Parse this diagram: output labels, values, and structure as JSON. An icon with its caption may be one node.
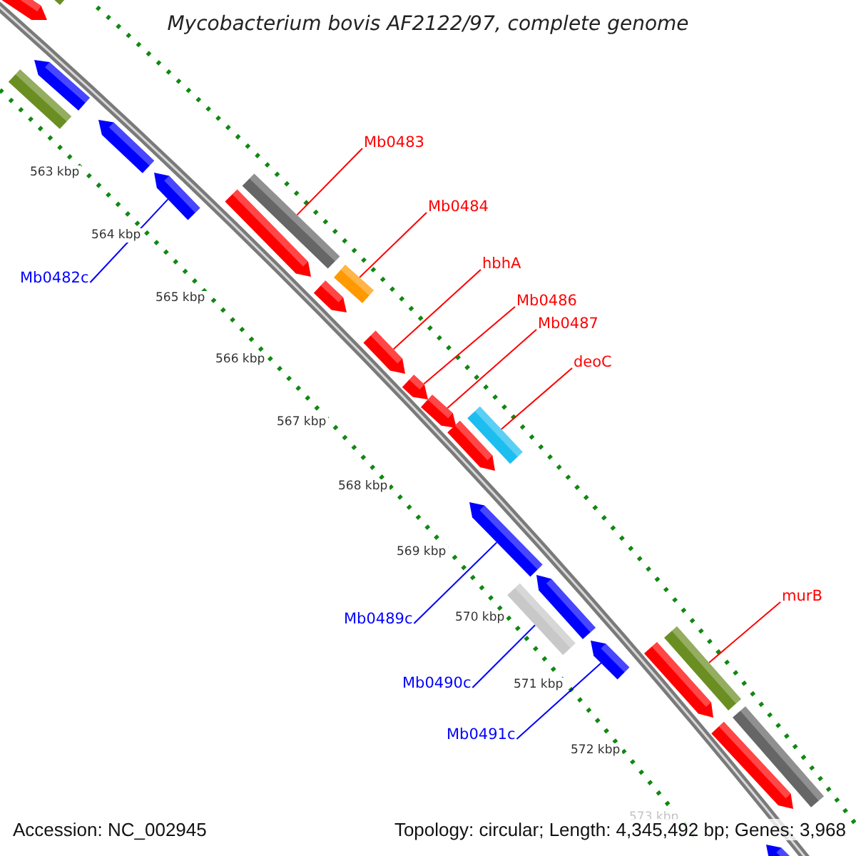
{
  "diagram": {
    "title": "Mycobacterium bovis AF2122/97, complete genome",
    "nodes": [
      {
        "text": [],
        "shape": "arrow"
      },
      {
        "text": [],
        "shape": "bar"
      },
      {
        "text": [],
        "shape": "bar"
      },
      {
        "text": [],
        "shape": "arrow"
      },
      {
        "text": [],
        "shape": "arrow"
      },
      {
        "text": [],
        "shape": "arrow"
      },
      {
        "text": [],
        "shape": "arrow"
      },
      {
        "text": [],
        "shape": "bar"
      },
      {
        "text": [],
        "shape": "arrow"
      },
      {
        "text": [],
        "shape": "bar"
      },
      {
        "text": [],
        "shape": "arrow"
      },
      {
        "text": [],
        "shape": "arrow"
      },
      {
        "text": [],
        "shape": "arrow"
      },
      {
        "text": [],
        "shape": "arrow"
      },
      {
        "text": [],
        "shape": "bar"
      },
      {
        "text": [],
        "shape": "arrow"
      },
      {
        "text": [],
        "shape": "bar"
      },
      {
        "text": [],
        "shape": "arrow"
      },
      {
        "text": [],
        "shape": "arrow"
      },
      {
        "text": [],
        "shape": "arrow"
      },
      {
        "text": [],
        "shape": "bar"
      },
      {
        "text": [],
        "shape": "arrow"
      },
      {
        "text": [],
        "shape": "bar"
      },
      {
        "text": [],
        "shape": "arrow"
      },
      {
        "text": [
          "Mb0483"
        ]
      },
      {
        "text": [
          "Mb0484"
        ]
      },
      {
        "text": [
          "hbhA"
        ]
      },
      {
        "text": [
          "Mb0482c"
        ]
      },
      {
        "text": [
          "Mb0486"
        ]
      },
      {
        "text": [
          "Mb0487"
        ]
      },
      {
        "text": [
          "deoC"
        ]
      },
      {
        "text": [
          "murB"
        ]
      },
      {
        "text": [
          "Mb0489c"
        ]
      },
      {
        "text": [
          "Mb0490c"
        ]
      },
      {
        "text": [
          "Mb0491c"
        ]
      }
    ],
    "edges": [
      {
        "from": 24,
        "to": 7,
        "arrow": "none"
      },
      {
        "from": 25,
        "to": 9,
        "arrow": "none"
      },
      {
        "from": 26,
        "to": 10,
        "arrow": "none"
      },
      {
        "from": 27,
        "to": 5,
        "arrow": "none",
        "color": "#0000ff"
      },
      {
        "from": 28,
        "to": 11,
        "arrow": "none"
      },
      {
        "from": 29,
        "to": 12,
        "arrow": "none"
      },
      {
        "from": 30,
        "to": 14,
        "arrow": "none"
      },
      {
        "from": 31,
        "to": 20,
        "arrow": "none"
      },
      {
        "from": 32,
        "to": 15,
        "arrow": "none",
        "color": "#0000ff"
      },
      {
        "from": 33,
        "to": 16,
        "arrow": "none",
        "color": "#0000ff"
      },
      {
        "from": 34,
        "to": 18,
        "arrow": "none",
        "color": "#0000ff"
      }
    ],
    "labels": [
      "563 kbp",
      "564 kbp",
      "565 kbp",
      "566 kbp",
      "567 kbp",
      "568 kbp",
      "569 kbp",
      "570 kbp",
      "571 kbp",
      "572 kbp",
      "573 kbp",
      "Accession: NC_002945",
      "Topology: circular; Length: 4,345,492 bp; Genes: 3,968"
    ]
  }
}
